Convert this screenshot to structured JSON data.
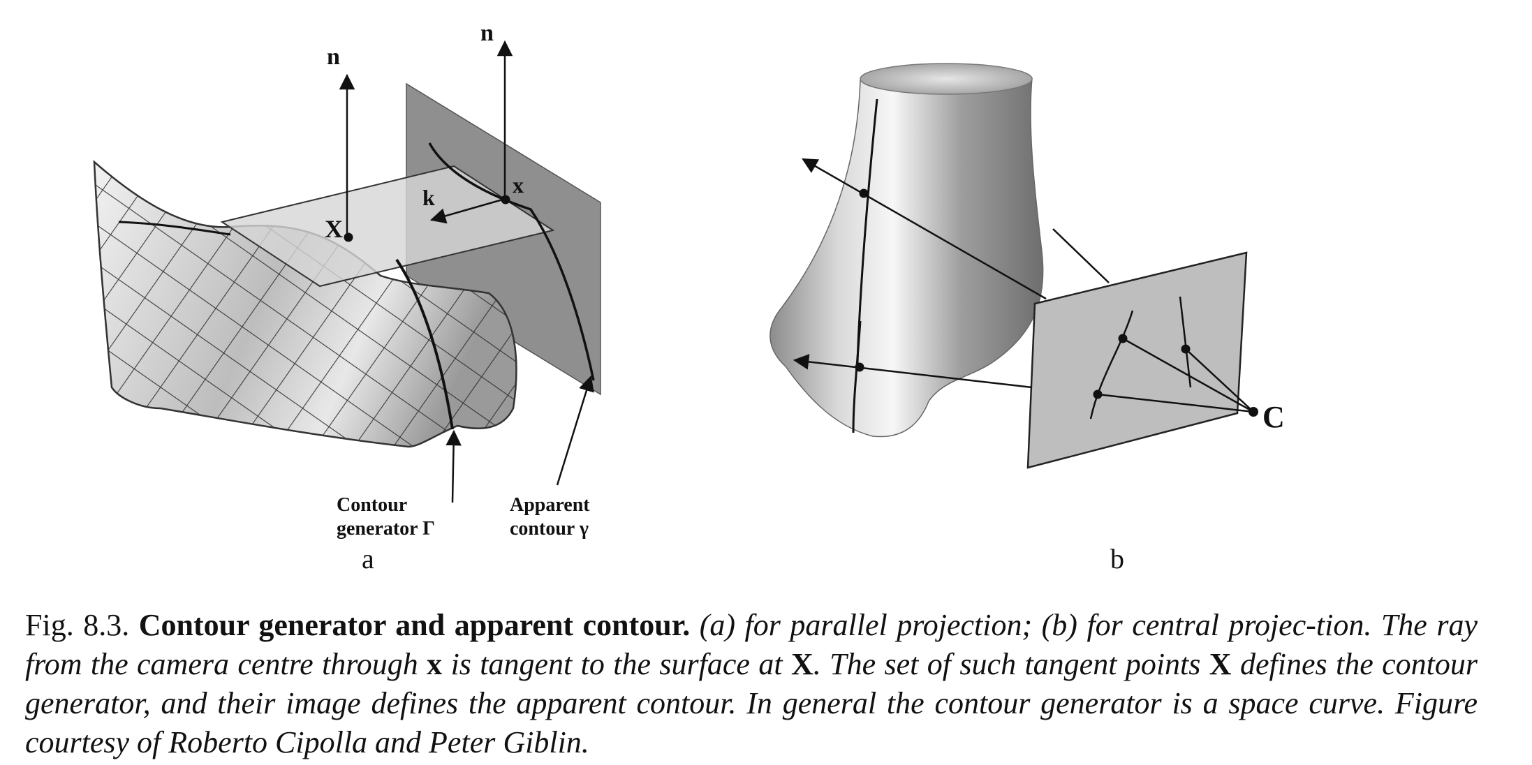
{
  "figure": {
    "panel_a": {
      "label_n_left": "n",
      "label_n_right": "n",
      "label_X": "X",
      "label_x": "x",
      "label_k": "k",
      "contour_generator_line1": "Contour",
      "contour_generator_line2": "generator Γ",
      "apparent_contour_line1": "Apparent",
      "apparent_contour_line2": "contour γ",
      "panel_label": "a"
    },
    "panel_b": {
      "label_C": "C",
      "panel_label": "b"
    }
  },
  "caption": {
    "fig_number": "Fig. 8.3.",
    "title": "Contour generator and apparent contour.",
    "part1": "(a) for parallel projection; (b) for central projec-tion. The ray from the camera centre through",
    "sym_x": "x",
    "part2": "is tangent to the surface at",
    "sym_X1": "X",
    "part3": ". The set of such tangent points",
    "sym_X2": "X",
    "part4": "defines the contour generator, and their image defines the apparent contour. In general the contour generator is a space curve. Figure courtesy of Roberto Cipolla and Peter Giblin."
  }
}
